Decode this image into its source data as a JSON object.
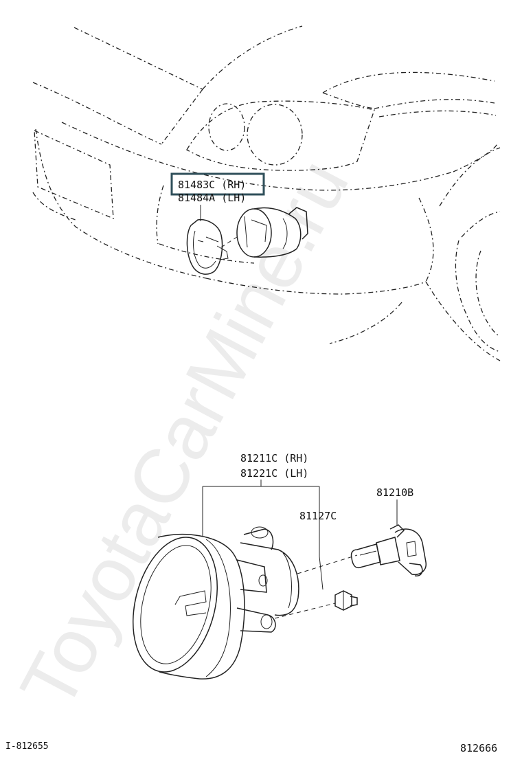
{
  "watermark": "ToyotaCarMine.ru",
  "parts": {
    "cover_rh": "81483C (RH)",
    "cover_lh": "81484A (LH)",
    "lamp_rh": "81211C (RH)",
    "lamp_lh": "81221C (LH)",
    "screw": "81127C",
    "bulb": "81210B"
  },
  "highlight_color": "#2f4f5a",
  "footer": {
    "left_code": "I-812655",
    "right_code": "812666"
  }
}
